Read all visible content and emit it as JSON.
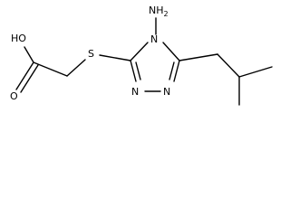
{
  "structure": {
    "atoms": {
      "oh": "HO",
      "carbonyl_o": "O",
      "s": "S",
      "amino": "NH",
      "amino_subscript": "2",
      "ring_n4": "N",
      "ring_n1": "N",
      "ring_n2": "N"
    }
  }
}
